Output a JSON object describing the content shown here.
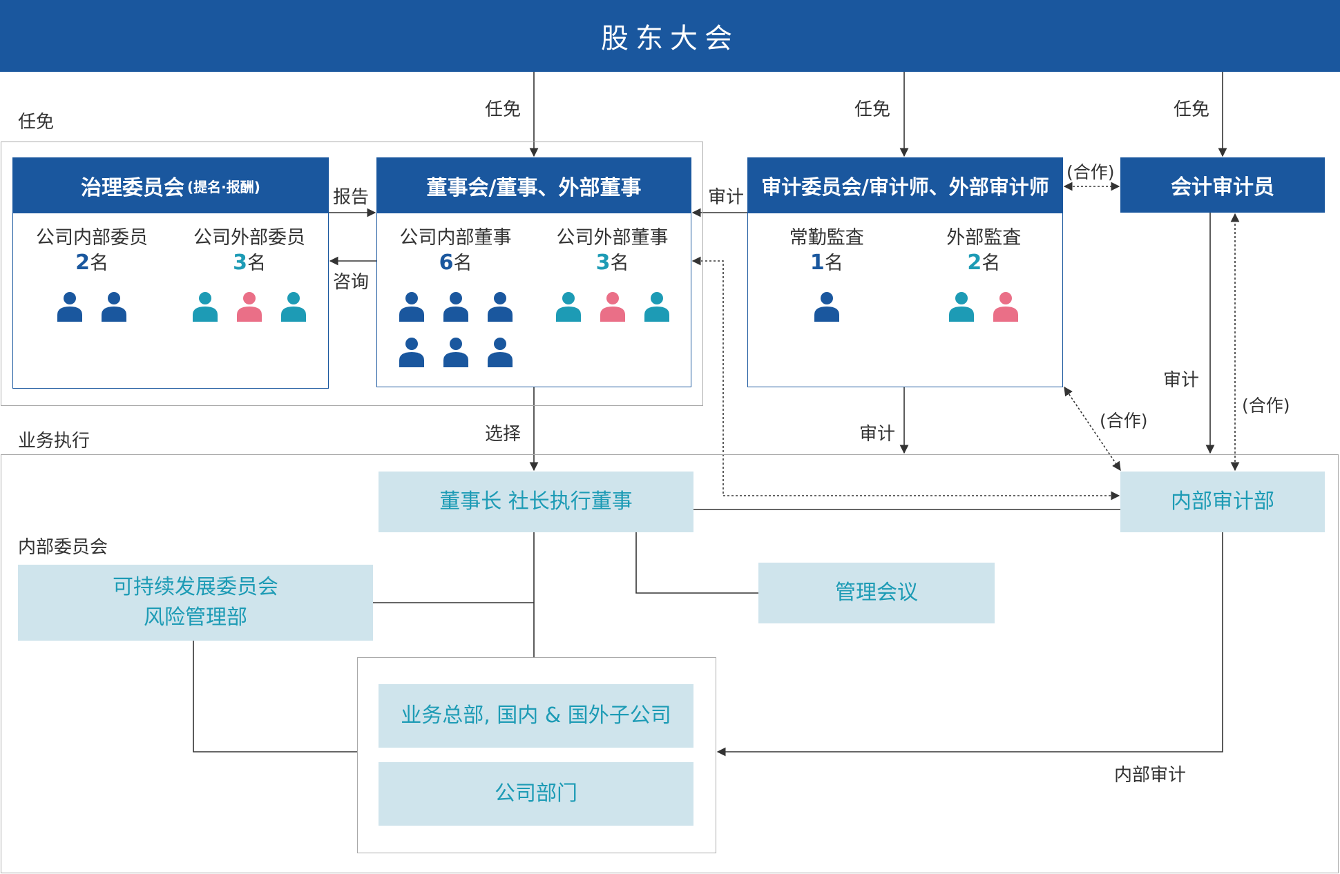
{
  "colors": {
    "navy": "#1a579e",
    "teal": "#1d9bb5",
    "pink": "#ea6f87",
    "light_box": "#cfe4ec",
    "light_box_text": "#1d9bb5",
    "line": "#333333",
    "frame": "#a9a9a9"
  },
  "banner": {
    "title": "股东大会"
  },
  "regions": {
    "top_label": "任免",
    "business_label": "业务执行",
    "internal_committee_label": "内部委员会"
  },
  "governance": {
    "title": "治理委员会",
    "title_note": "(提名·报酬)",
    "inside": {
      "label": "公司内部委员",
      "count": "2",
      "unit": "名",
      "people": [
        "navy",
        "navy"
      ]
    },
    "outside": {
      "label": "公司外部委员",
      "count": "3",
      "unit": "名",
      "people": [
        "teal",
        "pink",
        "teal"
      ]
    }
  },
  "board": {
    "title": "董事会/董事、外部董事",
    "inside": {
      "label": "公司内部董事",
      "count": "6",
      "unit": "名",
      "people": [
        "navy",
        "navy",
        "navy",
        "navy",
        "navy",
        "navy"
      ]
    },
    "outside": {
      "label": "公司外部董事",
      "count": "3",
      "unit": "名",
      "people": [
        "teal",
        "pink",
        "teal"
      ]
    }
  },
  "audit_committee": {
    "title": "审计委员会/审计师、外部审计师",
    "standing": {
      "label": "常勤監査",
      "count": "1",
      "unit": "名",
      "people": [
        "navy"
      ]
    },
    "external": {
      "label": "外部監査",
      "count": "2",
      "unit": "名",
      "people": [
        "teal",
        "pink"
      ]
    }
  },
  "accountant": {
    "title": "会计审计员"
  },
  "boxes": {
    "chairman": "董事长 社长执行董事",
    "internal_audit": "内部审计部",
    "management_meeting": "管理会议",
    "sustainability": "可持续发展委员会\n风险管理部",
    "business_hq": "业务总部, 国内 & 国外子公司",
    "company_dept": "公司部门"
  },
  "edges": {
    "appoint_board": "任免",
    "appoint_audit": "任免",
    "appoint_accountant": "任免",
    "report": "报告",
    "consult": "咨询",
    "audit_board": "审计",
    "coop_top": "(合作)",
    "select": "选择",
    "audit_down": "审计",
    "coop_diag": "(合作)",
    "audit_right": "审计",
    "coop_right": "(合作)",
    "internal_audit": "内部审计"
  }
}
